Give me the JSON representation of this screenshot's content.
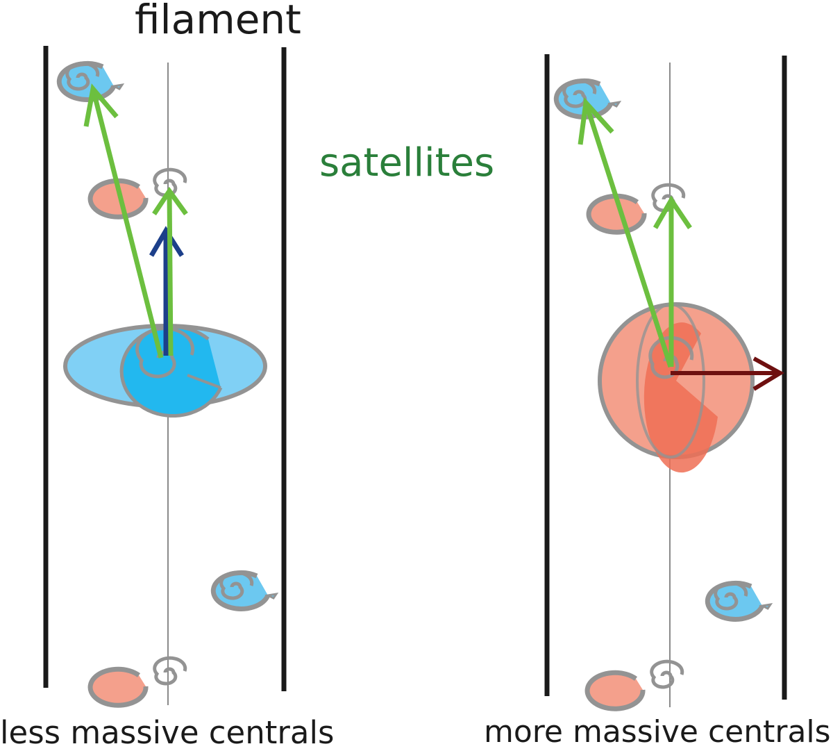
{
  "labels": {
    "title": "filament",
    "satellites": "satellites",
    "left_caption": "less massive centrals",
    "right_caption": "more massive centrals"
  },
  "colors": {
    "boundary": "#1a1a1a",
    "axis": "#8a8a8a",
    "galaxy_outline": "#939393",
    "blue_galaxy_fill": "#6cc8f0",
    "blue_galaxy_core": "#22b8ef",
    "red_galaxy_fill": "#f4a08c",
    "red_galaxy_core": "#ee6e55",
    "satellite_arrow": "#6cbf3f",
    "spin_arrow": "#1c3f8a",
    "major_axis_arrow": "#6e1010",
    "satellites_text": "#2a7f3a",
    "text": "#1a1a1a"
  },
  "icons": {
    "satellite_galaxy": "spiral-galaxy-icon",
    "central_galaxy_left": "disk-galaxy-icon",
    "central_galaxy_right": "spheroidal-galaxy-icon"
  }
}
